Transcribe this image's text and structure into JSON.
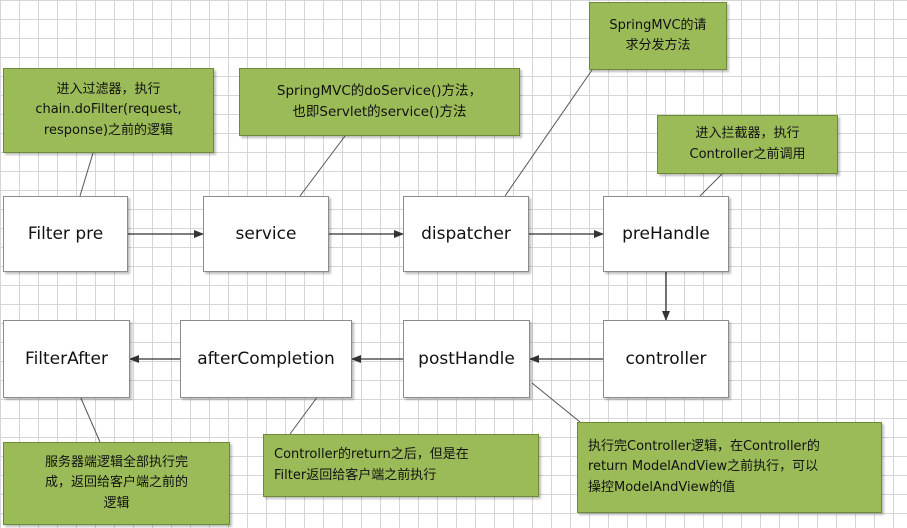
{
  "nodes": {
    "filter_pre": "Filter pre",
    "service": "service",
    "dispatcher": "dispatcher",
    "pre_handle": "preHandle",
    "controller": "controller",
    "post_handle": "postHandle",
    "after_completion": "afterCompletion",
    "filter_after": "FilterAfter"
  },
  "notes": {
    "filter_pre": "进入过滤器，执行\nchain.doFilter(request,\nresponse)之前的逻辑",
    "service": "SpringMVC的doService()方法，\n也即Servlet的service()方法",
    "dispatcher": "SpringMVC的请\n求分发方法",
    "pre_handle": "进入拦截器，执行\nController之前调用",
    "post_handle": "执行完Controller逻辑，在Controller的\nreturn ModelAndView之前执行，可以\n操控ModelAndView的值",
    "after_completion": "Controller的return之后，但是在\nFilter返回给客户端之前执行",
    "filter_after": "服务器端逻辑全部执行完\n成，返回给客户端之前的\n逻辑"
  },
  "colors": {
    "note_fill": "#9bbb59",
    "box_fill": "#ffffff",
    "line": "#333333"
  }
}
